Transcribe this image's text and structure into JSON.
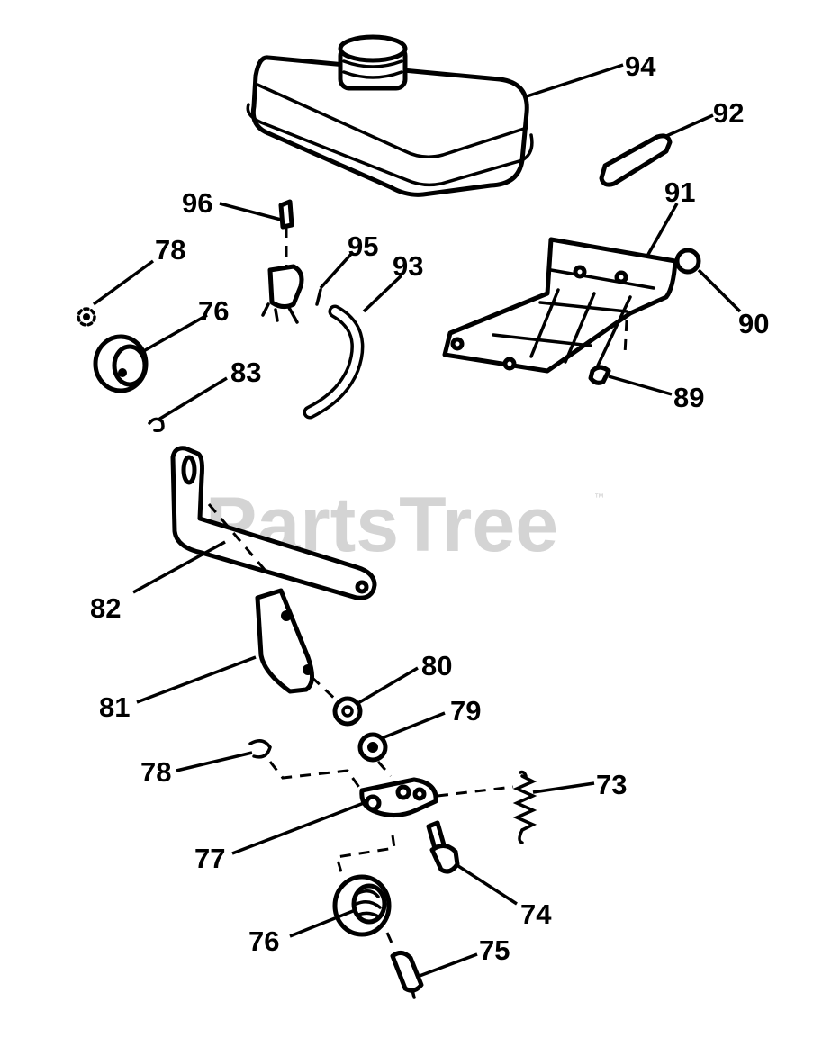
{
  "watermark": {
    "text": "PartsTree",
    "trademark": "™"
  },
  "callouts": [
    {
      "id": "94",
      "label": "94"
    },
    {
      "id": "92",
      "label": "92"
    },
    {
      "id": "96",
      "label": "96"
    },
    {
      "id": "91",
      "label": "91"
    },
    {
      "id": "78a",
      "label": "78"
    },
    {
      "id": "95",
      "label": "95"
    },
    {
      "id": "93",
      "label": "93"
    },
    {
      "id": "76a",
      "label": "76"
    },
    {
      "id": "90",
      "label": "90"
    },
    {
      "id": "83",
      "label": "83"
    },
    {
      "id": "89",
      "label": "89"
    },
    {
      "id": "82",
      "label": "82"
    },
    {
      "id": "80",
      "label": "80"
    },
    {
      "id": "81",
      "label": "81"
    },
    {
      "id": "79",
      "label": "79"
    },
    {
      "id": "78b",
      "label": "78"
    },
    {
      "id": "73",
      "label": "73"
    },
    {
      "id": "77",
      "label": "77"
    },
    {
      "id": "74",
      "label": "74"
    },
    {
      "id": "76b",
      "label": "76"
    },
    {
      "id": "75",
      "label": "75"
    }
  ]
}
